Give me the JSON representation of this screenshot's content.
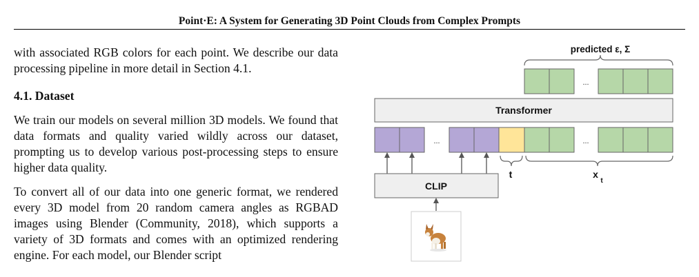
{
  "running_header": "Point·E: A System for Generating 3D Point Clouds from Complex Prompts",
  "text": {
    "intro": "with associated RGB colors for each point. We describe our data processing pipeline in more detail in Section 4.1.",
    "section_heading": "4.1. Dataset",
    "paragraph_1": "We train our models on several million 3D models. We found that data formats and quality varied wildly across our dataset, prompting us to develop various post-processing steps to ensure higher data quality.",
    "paragraph_2": "To convert all of our data into one generic format, we rendered every 3D model from 20 random camera angles as RGBAD images using Blender (Community, 2018), which supports a variety of 3D formats and comes with an optimized rendering engine. For each model, our Blender script"
  },
  "figure": {
    "output_label": "predicted ε, Σ",
    "transformer_label": "Transformer",
    "clip_label": "CLIP",
    "timestep_label": "t",
    "points_label": "x",
    "points_subscript": "t",
    "ellipsis": "...",
    "input_image": "corgi-dog-image",
    "colors": {
      "clip_token": "#b4a7d6",
      "timestep_token": "#ffe599",
      "point_token": "#b6d7a8",
      "block_fill": "#efefef",
      "border": "#666666"
    }
  }
}
